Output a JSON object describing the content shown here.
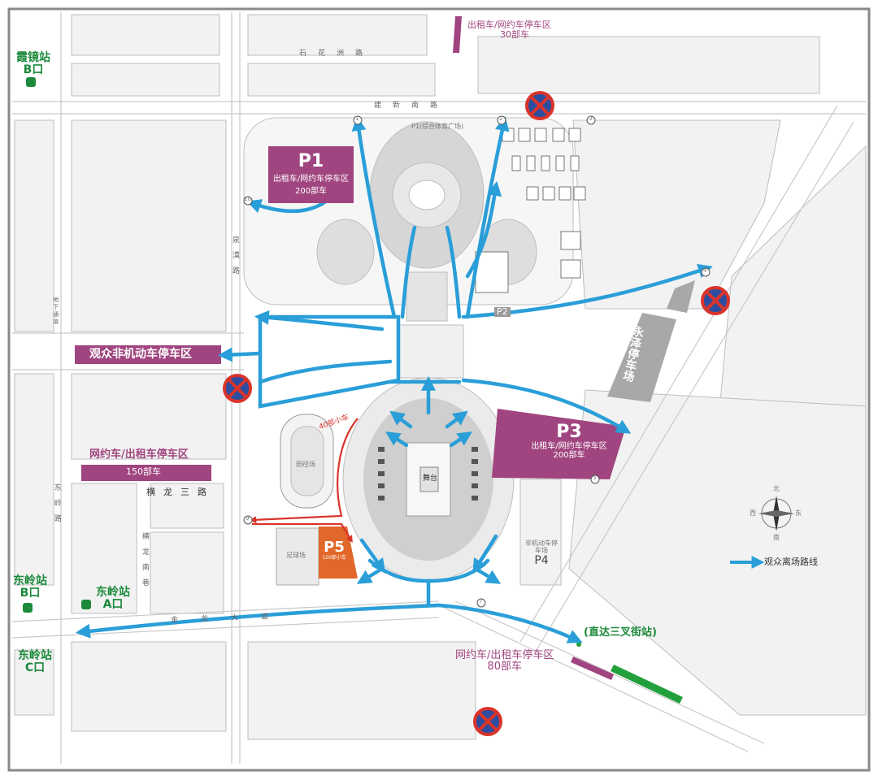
{
  "stations": {
    "xiajing": {
      "name": "霞镜站",
      "gate": "B口"
    },
    "dongling_b": {
      "name": "东岭站",
      "gate": "B口"
    },
    "dongling_a": {
      "name": "东岭站",
      "gate": "A口"
    },
    "dongling_c": {
      "name": "东岭站",
      "gate": "C口"
    },
    "direct": "(直达三叉街站)"
  },
  "parking": {
    "p1": {
      "code": "P1",
      "line1": "出租车/网约车停车区",
      "line2": "200部车"
    },
    "p3": {
      "code": "P3",
      "line1": "出租车/网约车停车区",
      "line2": "200部车"
    },
    "p5": {
      "code": "P5",
      "line1": "120部小车"
    },
    "p4": {
      "code": "P4",
      "label": "非机动车停车场"
    },
    "p2": {
      "code": "P2"
    },
    "top_taxi": {
      "line1": "出租车/网约车停车区",
      "line2": "30部车"
    },
    "left_taxi": {
      "line1": "网约车/出租车停车区",
      "line2": "150部车"
    },
    "bottom_taxi": {
      "line1": "网约车/出租车停车区",
      "line2": "80部车"
    },
    "bike": "观众非机动车停车区",
    "yongjie": "永泽停车场",
    "red_route": "40部小车",
    "p1_plaza": "P1(综合体育广场)"
  },
  "roads": {
    "shihua": "石花洲路",
    "jianxin_south": "建新南路",
    "hengtiao_three": "横龙三路",
    "heng_long_xiang": "横龙南巷",
    "dongling_road": "东岭路",
    "gaolong": "金龙大道",
    "quanmo": "泉漠路",
    "tunnel": "地下通道"
  },
  "venues": {
    "stadium_center": "舞台",
    "training": "田径场",
    "football": "足球场"
  },
  "legend": {
    "label": "观众离场路线"
  },
  "compass": {
    "north": "北",
    "south": "南",
    "east": "东",
    "west": "西"
  },
  "colors": {
    "route": "#2a9ed8",
    "parking": "#a0457f",
    "station": "#1b8a3a",
    "no_parking": "#d9342b"
  },
  "exit_numbers": [
    "1",
    "2",
    "3",
    "4",
    "5",
    "7",
    "9",
    "10"
  ]
}
